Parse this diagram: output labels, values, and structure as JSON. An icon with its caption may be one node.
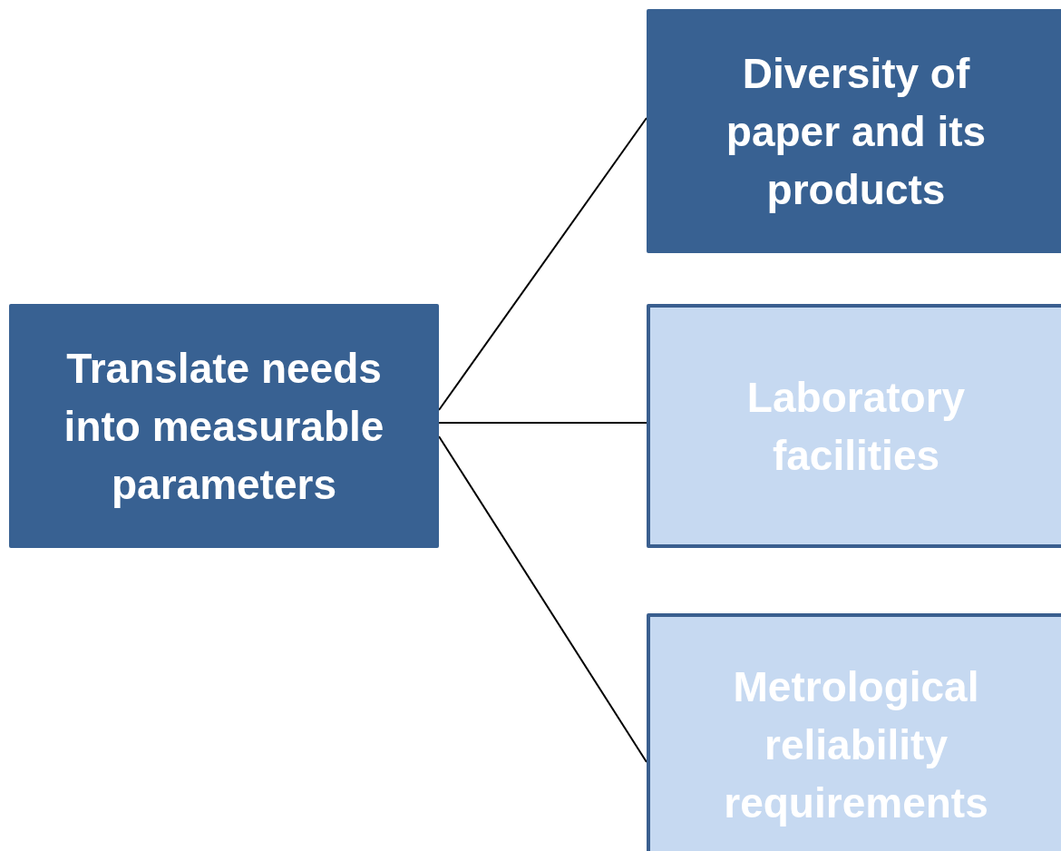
{
  "diagram": {
    "nodes": [
      {
        "text": [
          "Translate needs into measurable parameters"
        ]
      },
      {
        "text": [
          "Diversity of paper and its products"
        ]
      },
      {
        "text": [
          "Laboratory facilities"
        ]
      },
      {
        "text": [
          "Metrological reliability requirements"
        ]
      }
    ],
    "edges": [
      {
        "from": 0,
        "to": 1,
        "arrow": "none"
      },
      {
        "from": 0,
        "to": 2,
        "arrow": "none"
      },
      {
        "from": 0,
        "to": 3,
        "arrow": "none"
      }
    ]
  }
}
